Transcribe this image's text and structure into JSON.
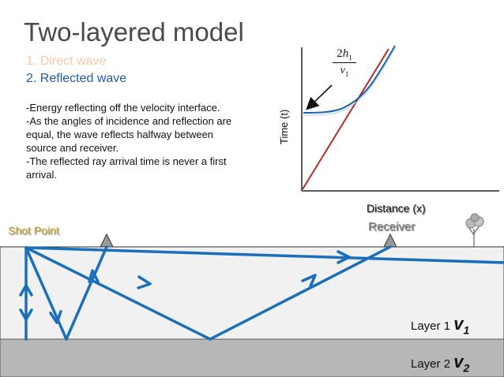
{
  "slide": {
    "title": "Two-layered model",
    "items": [
      "1. Direct wave",
      "2. Reflected wave"
    ],
    "bullets": [
      "-Energy reflecting off the velocity interface.",
      "-As the angles of incidence and reflection are",
      "equal, the wave reflects halfway between",
      "source and receiver.",
      "-The reflected ray arrival time is never a first",
      "arrival."
    ]
  },
  "graph": {
    "ylabel": "Time (t)",
    "xlabel": "Distance (x)",
    "formula_num_coef": "2",
    "formula_num_var": "h",
    "formula_num_sub": "1",
    "formula_den_var": "v",
    "formula_den_sub": "1"
  },
  "cross_section": {
    "shot_label": "Shot Point",
    "receiver_label": "Receiver",
    "layer1_text": "Layer 1",
    "layer1_v": "v",
    "layer1_sub": "1",
    "layer2_text": "Layer 2",
    "layer2_v": "v",
    "layer2_sub": "2"
  },
  "colors": {
    "ray": "#1b6fba",
    "direct_line": "#b52a2a",
    "reflected_curve": "#1d62ad",
    "layer1_fill": "#f1f1f1",
    "layer2_fill": "#b7b7b7",
    "shot_label": "#e0b234",
    "item1": "#f4c9a3"
  }
}
